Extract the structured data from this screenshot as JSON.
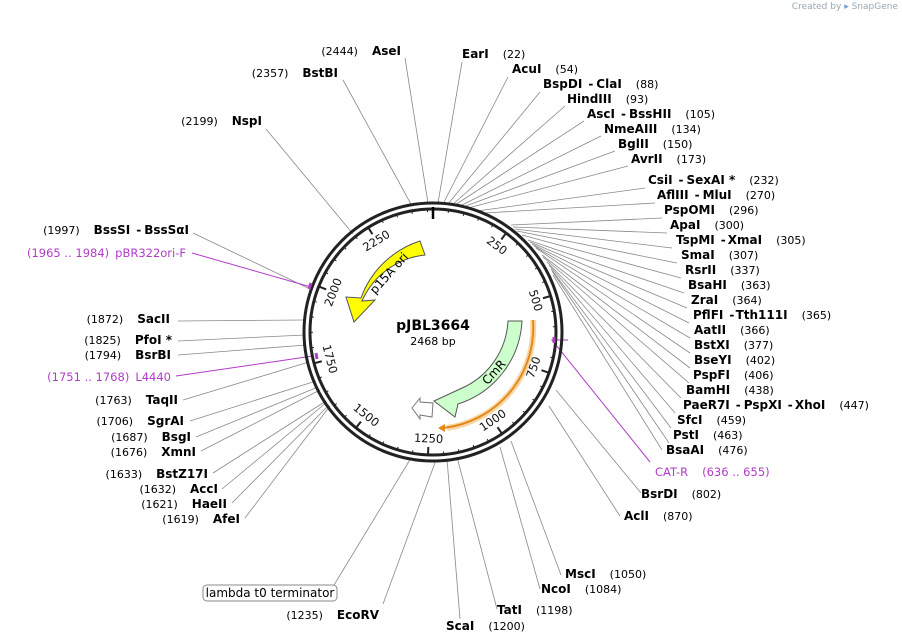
{
  "watermark": {
    "created_by": "Created by",
    "brand": "SnapGene"
  },
  "plasmid": {
    "name": "pJBL3664",
    "length": "2468 bp"
  },
  "ticks": [
    "250",
    "500",
    "750",
    "1000",
    "1250",
    "1500",
    "1750",
    "2000",
    "2250"
  ],
  "features": [
    {
      "name": "p15A ori",
      "color": "#ffff00"
    },
    {
      "name": "CmR",
      "color": "#ccffcc"
    },
    {
      "name": "lambda t0 terminator"
    }
  ],
  "primers": [
    {
      "range": "(1965 .. 1984)",
      "name": "pBR322ori-F"
    },
    {
      "range": "(1751 .. 1768)",
      "name": "L4440"
    },
    {
      "name": "CAT-R",
      "range": "(636 .. 655)"
    }
  ],
  "sites": {
    "right": [
      {
        "name": "EarI",
        "pos": "(22)"
      },
      {
        "name": "AcuI",
        "pos": "(54)"
      },
      {
        "name": "BspDI",
        "sep": "-",
        "name2": "ClaI",
        "pos": "(88)"
      },
      {
        "name": "HindIII",
        "pos": "(93)"
      },
      {
        "name": "AscI",
        "sep": "-",
        "name2": "BssHII",
        "pos": "(105)"
      },
      {
        "name": "NmeAIII",
        "pos": "(134)"
      },
      {
        "name": "BglII",
        "pos": "(150)"
      },
      {
        "name": "AvrII",
        "pos": "(173)"
      },
      {
        "name": "CsiI",
        "sep": "-",
        "name2": "SexAI *",
        "pos": "(232)"
      },
      {
        "name": "AflIII",
        "sep": "-",
        "name2": "MluI",
        "pos": "(270)"
      },
      {
        "name": "PspOMI",
        "pos": "(296)"
      },
      {
        "name": "ApaI",
        "pos": "(300)"
      },
      {
        "name": "TspMI",
        "sep": "-",
        "name2": "XmaI",
        "pos": "(305)"
      },
      {
        "name": "SmaI",
        "pos": "(307)"
      },
      {
        "name": "RsrII",
        "pos": "(337)"
      },
      {
        "name": "BsaHI",
        "pos": "(363)"
      },
      {
        "name": "ZraI",
        "pos": "(364)"
      },
      {
        "name": "PflFI",
        "sep": "-",
        "name2": "Tth111I",
        "pos": "(365)"
      },
      {
        "name": "AatII",
        "pos": "(366)"
      },
      {
        "name": "BstXI",
        "pos": "(377)"
      },
      {
        "name": "BseYI",
        "pos": "(402)"
      },
      {
        "name": "PspFI",
        "pos": "(406)"
      },
      {
        "name": "BamHI",
        "pos": "(438)"
      },
      {
        "name": "PaeR7I",
        "sep": "-",
        "name2": "PspXI",
        "sep2": "-",
        "name3": "XhoI",
        "pos": "(447)"
      },
      {
        "name": "SfcI",
        "pos": "(459)"
      },
      {
        "name": "PstI",
        "pos": "(463)"
      },
      {
        "name": "BsaAI",
        "pos": "(476)"
      },
      {
        "name": "BsrDI",
        "pos": "(802)"
      },
      {
        "name": "AclI",
        "pos": "(870)"
      },
      {
        "name": "MscI",
        "pos": "(1050)"
      },
      {
        "name": "NcoI",
        "pos": "(1084)"
      },
      {
        "name": "TatI",
        "pos": "(1198)"
      }
    ],
    "left": [
      {
        "name": "AseI",
        "pos": "(2444)"
      },
      {
        "name": "BstBI",
        "pos": "(2357)"
      },
      {
        "name": "NspI",
        "pos": "(2199)"
      },
      {
        "name": "BssSI",
        "sep": "-",
        "name2": "BssSαI",
        "pos": "(1997)"
      },
      {
        "name": "SacII",
        "pos": "(1872)"
      },
      {
        "name": "PfoI *",
        "pos": "(1825)"
      },
      {
        "name": "BsrBI",
        "pos": "(1794)"
      },
      {
        "name": "TaqII",
        "pos": "(1763)"
      },
      {
        "name": "SgrAI",
        "pos": "(1706)"
      },
      {
        "name": "BsgI",
        "pos": "(1687)"
      },
      {
        "name": "XmnI",
        "pos": "(1676)"
      },
      {
        "name": "BstZ17I",
        "pos": "(1633)"
      },
      {
        "name": "AccI",
        "pos": "(1632)"
      },
      {
        "name": "HaeII",
        "pos": "(1621)"
      },
      {
        "name": "AfeI",
        "pos": "(1619)"
      },
      {
        "name": "EcoRV",
        "pos": "(1235)"
      },
      {
        "name": "ScaI",
        "pos": "(1200)"
      }
    ]
  }
}
